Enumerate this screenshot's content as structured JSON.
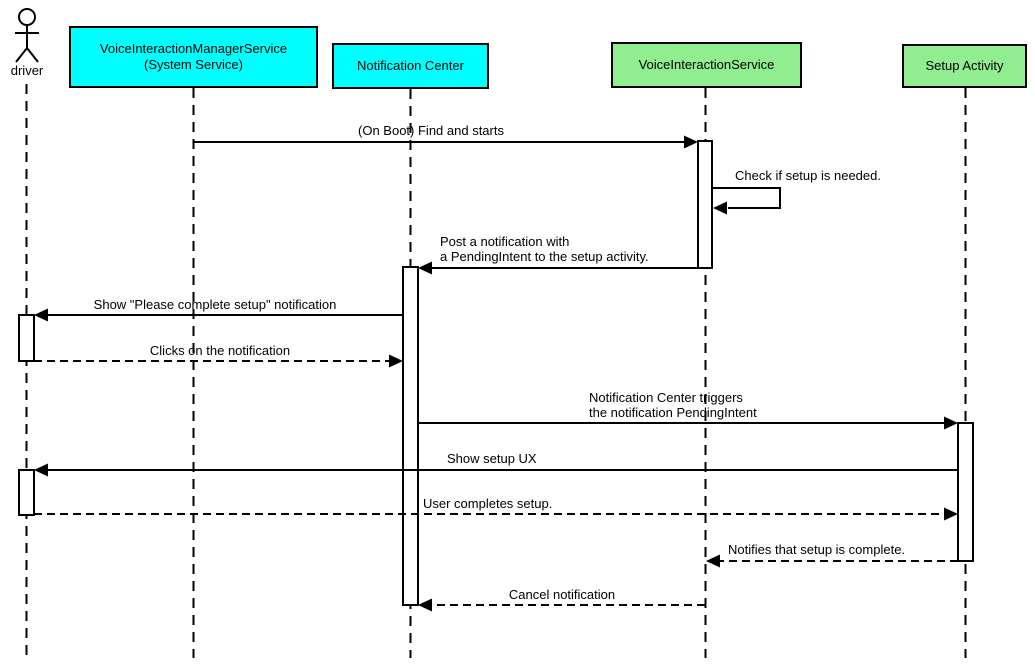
{
  "diagram_type": "uml-sequence-diagram",
  "colors": {
    "system_service_box": "#00ffff",
    "app_component_box": "#90ee90",
    "line": "#000000",
    "background": "#ffffff"
  },
  "actor": {
    "label": "driver"
  },
  "participants": [
    {
      "label": "VoiceInteractionManagerService\n(System Service)",
      "type": "system"
    },
    {
      "label": "Notification Center",
      "type": "system"
    },
    {
      "label": "VoiceInteractionService",
      "type": "app"
    },
    {
      "label": "Setup Activity",
      "type": "app"
    }
  ],
  "messages": [
    {
      "label": "(On Boot) Find and starts",
      "from": "VoiceInteractionManagerService (System Service)",
      "to": "VoiceInteractionService",
      "line": "solid"
    },
    {
      "label": "Check if setup is needed.",
      "from": "VoiceInteractionService",
      "to": "VoiceInteractionService",
      "line": "solid"
    },
    {
      "label": "Post a notification with\na PendingIntent to the setup activity.",
      "from": "VoiceInteractionService",
      "to": "Notification Center",
      "line": "solid"
    },
    {
      "label": "Show \"Please complete setup\" notification",
      "from": "Notification Center",
      "to": "driver",
      "line": "solid"
    },
    {
      "label": "Clicks on the notification",
      "from": "driver",
      "to": "Notification Center",
      "line": "dashed"
    },
    {
      "label": "Notification Center triggers\nthe notification PendingIntent",
      "from": "Notification Center",
      "to": "Setup Activity",
      "line": "solid"
    },
    {
      "label": "Show setup UX",
      "from": "Setup Activity",
      "to": "driver",
      "line": "solid"
    },
    {
      "label": "User completes setup.",
      "from": "driver",
      "to": "Setup Activity",
      "line": "dashed"
    },
    {
      "label": "Notifies that setup is complete.",
      "from": "Setup Activity",
      "to": "VoiceInteractionService",
      "line": "dashed"
    },
    {
      "label": "Cancel notification",
      "from": "VoiceInteractionService",
      "to": "Notification Center",
      "line": "dashed"
    }
  ]
}
